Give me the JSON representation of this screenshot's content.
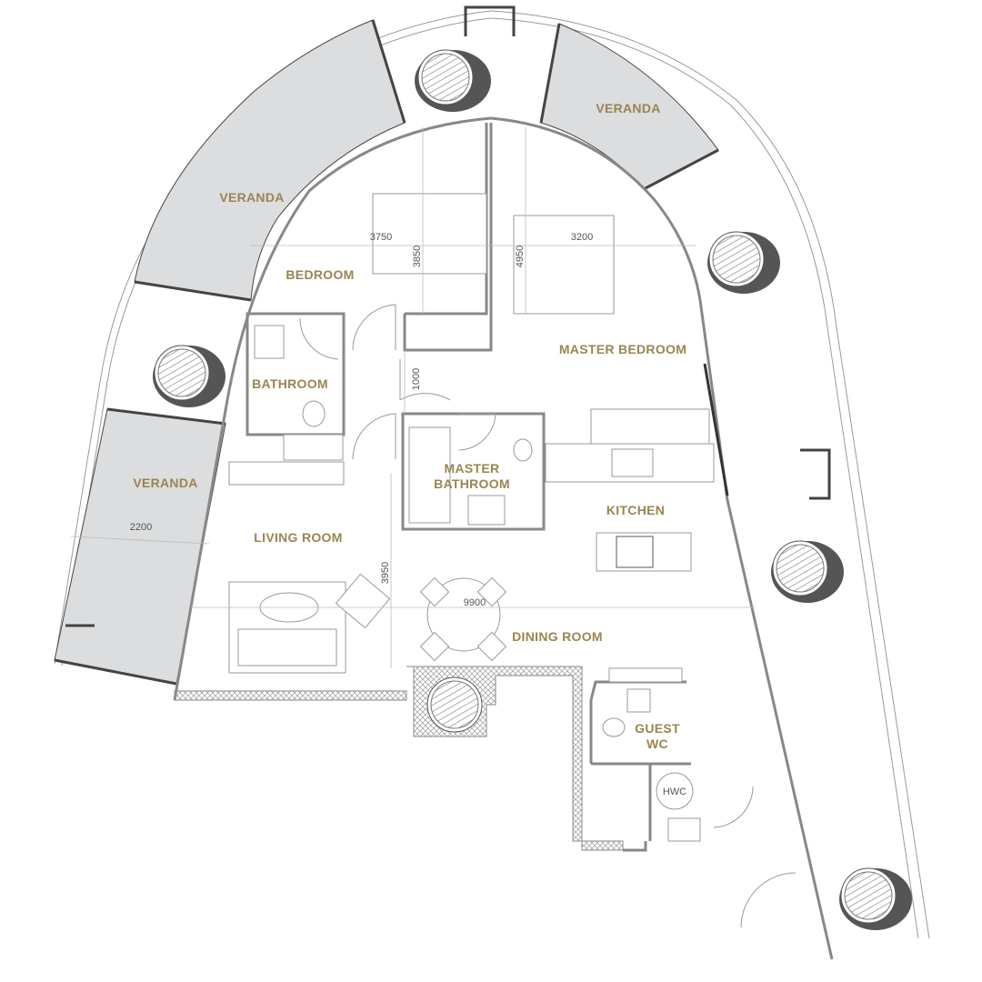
{
  "colors": {
    "label": "#9a8550",
    "veranda": "#dcdddf",
    "wall": "#888888"
  },
  "rooms": {
    "veranda_top": "VERANDA",
    "veranda_left_upper": "VERANDA",
    "veranda_left_lower": "VERANDA",
    "bedroom": "BEDROOM",
    "master_bedroom": "MASTER BEDROOM",
    "bathroom": "BATHROOM",
    "master_bathroom_1": "MASTER",
    "master_bathroom_2": "BATHROOM",
    "kitchen": "KITCHEN",
    "living_room": "LIVING ROOM",
    "dining_room": "DINING ROOM",
    "guest_wc_1": "GUEST",
    "guest_wc_2": "WC",
    "hwc": "HWC"
  },
  "dimensions": {
    "bedroom_width": "3750",
    "bedroom_depth": "3850",
    "master_depth": "4950",
    "master_width": "3200",
    "corridor": "1000",
    "veranda_width": "2200",
    "living_depth": "3950",
    "living_width": "9900"
  }
}
